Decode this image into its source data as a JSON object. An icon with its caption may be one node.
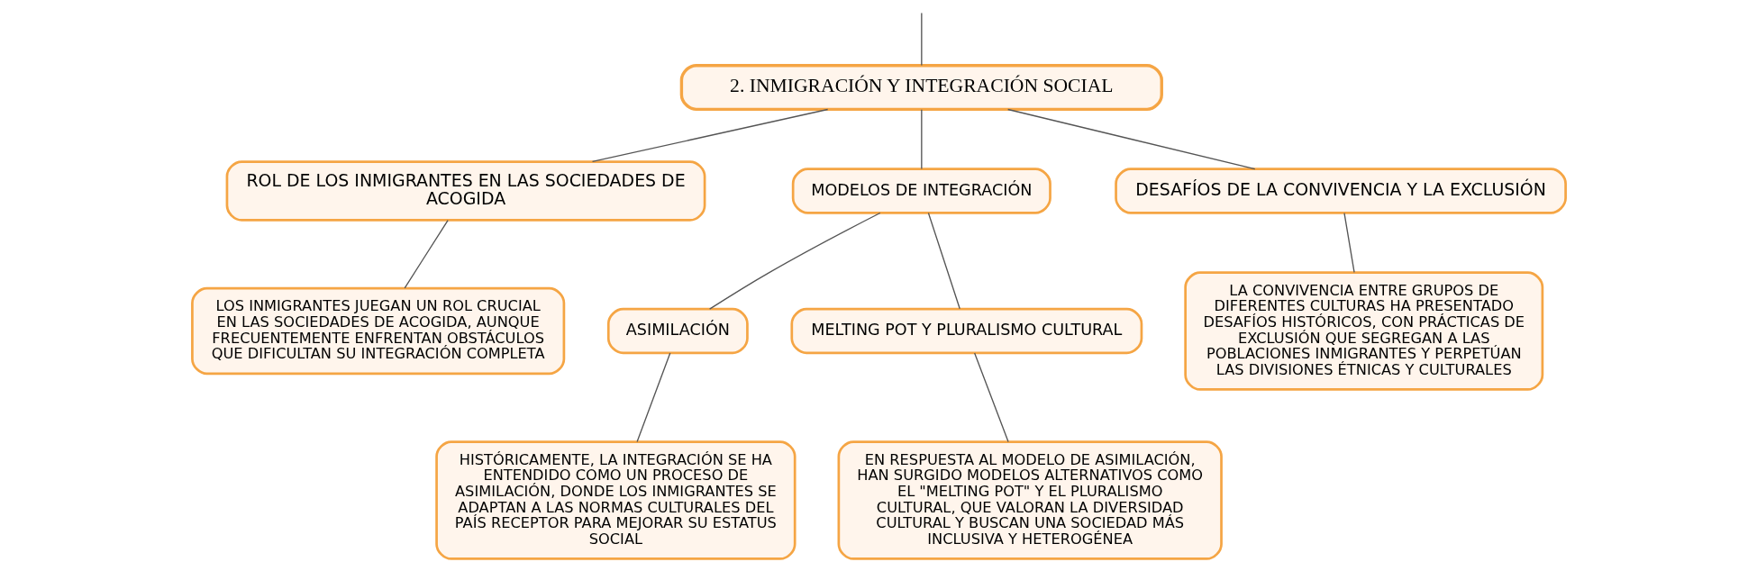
{
  "diagram": {
    "nodes": [
      {
        "text": [
          "2. INMIGRACIÓN Y INTEGRACIÓN SOCIAL"
        ]
      },
      {
        "text": [
          "ROL DE LOS INMIGRANTES EN LAS SOCIEDADES DE ACOGIDA"
        ]
      },
      {
        "text": [
          "MODELOS DE INTEGRACIÓN"
        ]
      },
      {
        "text": [
          "DESAFÍOS DE LA CONVIVENCIA Y LA EXCLUSIÓN"
        ]
      },
      {
        "text": [
          "LOS INMIGRANTES JUEGAN UN ROL CRUCIAL EN LAS SOCIEDADES DE ACOGIDA, AUNQUE FRECUENTEMENTE ENFRENTAN OBSTÁCULOS QUE DIFICULTAN SU INTEGRACIÓN COMPLETA"
        ]
      },
      {
        "text": [
          "ASIMILACIÓN"
        ]
      },
      {
        "text": [
          "MELTING POT Y PLURALISMO CULTURAL"
        ]
      },
      {
        "text": [
          "HISTÓRICAMENTE, LA INTEGRACIÓN SE HA ENTENDIDO COMO UN PROCESO DE ASIMILACIÓN, DONDE LOS INMIGRANTES SE ADAPTAN A LAS NORMAS CULTURALES DEL PAÍS RECEPTOR PARA MEJORAR SU ESTATUS SOCIAL"
        ]
      },
      {
        "text": [
          "EN RESPUESTA AL MODELO DE ASIMILACIÓN, HAN SURGIDO MODELOS ALTERNATIVOS COMO EL \"MELTING POT\" Y EL PLURALISMO CULTURAL, QUE VALORAN LA DIVERSIDAD CULTURAL Y BUSCAN UNA SOCIEDAD MÁS INCLUSIVA Y HETEROGÉNEA"
        ]
      },
      {
        "text": [
          "LA CONVIVENCIA ENTRE GRUPOS DE DIFERENTES CULTURAS HA PRESENTADO DESAFÍOS HISTÓRICOS, CON PRÁCTICAS DE EXCLUSIÓN QUE SEGREGAN A LAS POBLACIONES INMIGRANTES Y PERPETÚAN LAS DIVISIONES ÉTNICAS Y CULTURALES"
        ]
      }
    ],
    "edges": [
      {
        "from": null,
        "to": 0,
        "arrow": "none"
      },
      {
        "from": 0,
        "to": 1,
        "arrow": "none"
      },
      {
        "from": 0,
        "to": 2,
        "arrow": "none"
      },
      {
        "from": 0,
        "to": 3,
        "arrow": "none"
      },
      {
        "from": 1,
        "to": 4,
        "arrow": "none"
      },
      {
        "from": 2,
        "to": 5,
        "arrow": "none"
      },
      {
        "from": 2,
        "to": 6,
        "arrow": "none"
      },
      {
        "from": 5,
        "to": 7,
        "arrow": "none"
      },
      {
        "from": 6,
        "to": 8,
        "arrow": "none"
      },
      {
        "from": 3,
        "to": 9,
        "arrow": "none"
      }
    ]
  }
}
